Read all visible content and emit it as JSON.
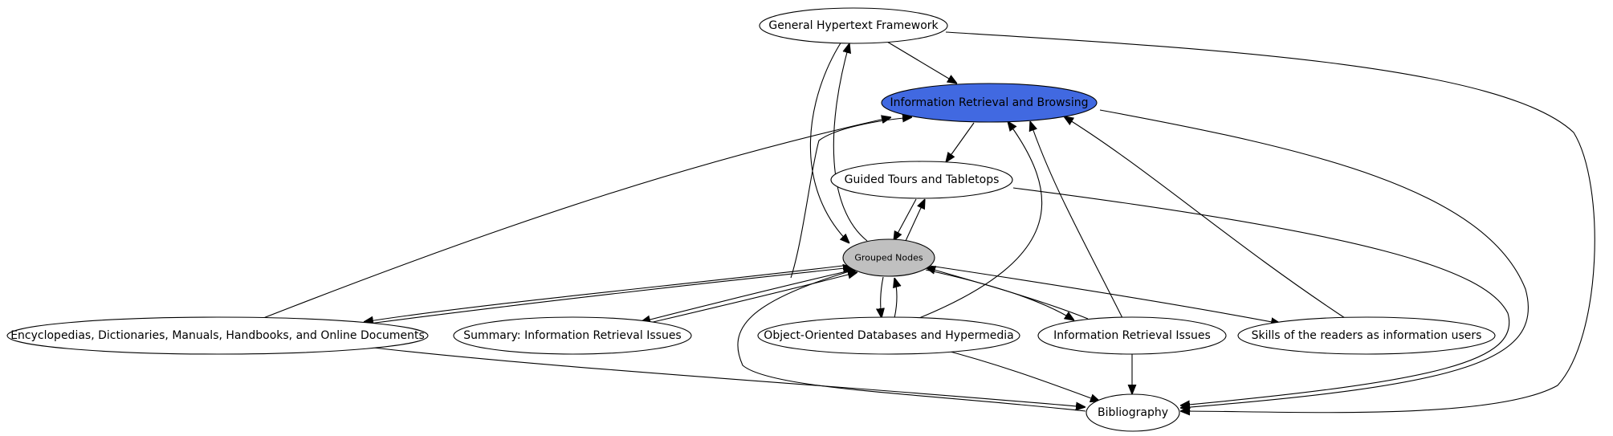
{
  "graph": {
    "nodes": [
      {
        "id": "general",
        "label": "General Hypertext Framework",
        "color": "#ffffff"
      },
      {
        "id": "irb",
        "label": "Information Retrieval and Browsing",
        "color": "#4169e1"
      },
      {
        "id": "tours",
        "label": "Guided Tours and Tabletops",
        "color": "#ffffff"
      },
      {
        "id": "grouped",
        "label": "Grouped Nodes",
        "color": "#c0c0c0"
      },
      {
        "id": "encyc",
        "label": "Encyclopedias, Dictionaries, Manuals, Handbooks, and Online Documents",
        "color": "#ffffff"
      },
      {
        "id": "summary",
        "label": "Summary: Information Retrieval Issues",
        "color": "#ffffff"
      },
      {
        "id": "oodb",
        "label": "Object-Oriented Databases and Hypermedia",
        "color": "#ffffff"
      },
      {
        "id": "iri",
        "label": "Information Retrieval Issues",
        "color": "#ffffff"
      },
      {
        "id": "skills",
        "label": "Skills of the readers as information users",
        "color": "#ffffff"
      },
      {
        "id": "biblio",
        "label": "Bibliography",
        "color": "#ffffff"
      }
    ],
    "edges": [
      {
        "from": "general",
        "to": "irb"
      },
      {
        "from": "general",
        "to": "grouped"
      },
      {
        "from": "grouped",
        "to": "general"
      },
      {
        "from": "general",
        "to": "biblio"
      },
      {
        "from": "irb",
        "to": "tours"
      },
      {
        "from": "irb",
        "to": "biblio"
      },
      {
        "from": "tours",
        "to": "grouped"
      },
      {
        "from": "grouped",
        "to": "tours"
      },
      {
        "from": "tours",
        "to": "biblio"
      },
      {
        "from": "encyc",
        "to": "irb"
      },
      {
        "from": "summary",
        "to": "irb"
      },
      {
        "from": "oodb",
        "to": "irb"
      },
      {
        "from": "iri",
        "to": "irb"
      },
      {
        "from": "skills",
        "to": "irb"
      },
      {
        "from": "grouped",
        "to": "encyc"
      },
      {
        "from": "encyc",
        "to": "grouped"
      },
      {
        "from": "grouped",
        "to": "summary"
      },
      {
        "from": "summary",
        "to": "grouped"
      },
      {
        "from": "grouped",
        "to": "oodb"
      },
      {
        "from": "oodb",
        "to": "grouped"
      },
      {
        "from": "grouped",
        "to": "iri"
      },
      {
        "from": "iri",
        "to": "grouped"
      },
      {
        "from": "grouped",
        "to": "skills"
      },
      {
        "from": "biblio",
        "to": "grouped"
      },
      {
        "from": "encyc",
        "to": "biblio"
      },
      {
        "from": "oodb",
        "to": "biblio"
      },
      {
        "from": "iri",
        "to": "biblio"
      }
    ]
  }
}
